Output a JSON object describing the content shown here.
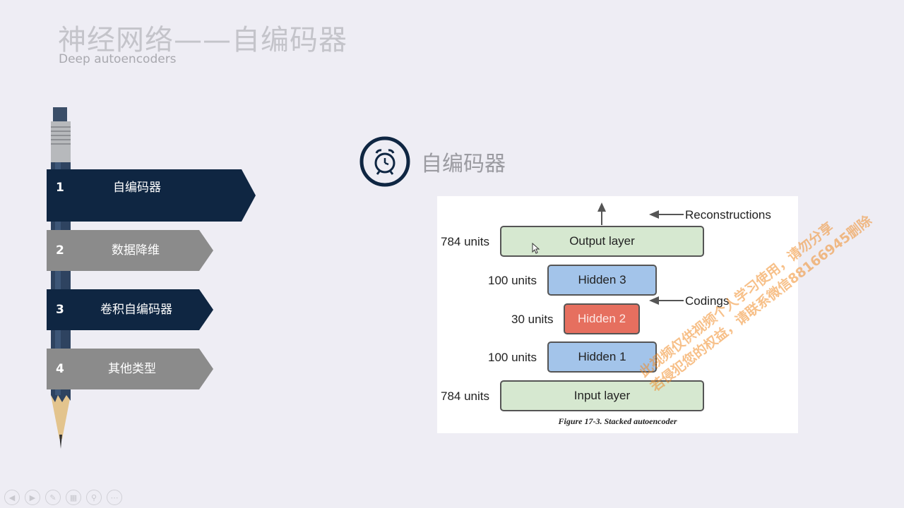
{
  "slide": {
    "title": "神经网络——自编码器",
    "subtitle": "Deep autoencoders"
  },
  "menu": [
    {
      "num": "1",
      "label": "自编码器",
      "active": true
    },
    {
      "num": "2",
      "label": "数据降维",
      "active": false
    },
    {
      "num": "3",
      "label": "卷积自编码器",
      "active": true
    },
    {
      "num": "4",
      "label": "其他类型",
      "active": false
    }
  ],
  "section": {
    "title": "自编码器",
    "icon": "alarm-clock-icon"
  },
  "figure": {
    "layers": [
      {
        "name": "Output layer",
        "units": "784 units",
        "color": "#d6e8d0"
      },
      {
        "name": "Hidden 3",
        "units": "100 units",
        "color": "#a3c4ea"
      },
      {
        "name": "Hidden 2",
        "units": "30 units",
        "color": "#e66f5f"
      },
      {
        "name": "Hidden 1",
        "units": "100 units",
        "color": "#a3c4ea"
      },
      {
        "name": "Input layer",
        "units": "784 units",
        "color": "#d6e8d0"
      }
    ],
    "annotation_reconstructions": "Reconstructions",
    "annotation_codings": "Codings",
    "caption": "Figure 17-3. Stacked autoencoder"
  },
  "watermark": {
    "line1": "此视频仅供视频个人学习使用，请勿分享",
    "line2": "若侵犯您的权益，请联系微信88166945删除"
  },
  "toolbar": {
    "icons": [
      "previous-icon",
      "next-icon",
      "pen-icon",
      "slides-icon",
      "zoom-icon",
      "more-icon"
    ]
  },
  "colors": {
    "accent_dark": "#0f2642",
    "tab_gray": "#8b8b8b",
    "background": "#eeedf4"
  }
}
